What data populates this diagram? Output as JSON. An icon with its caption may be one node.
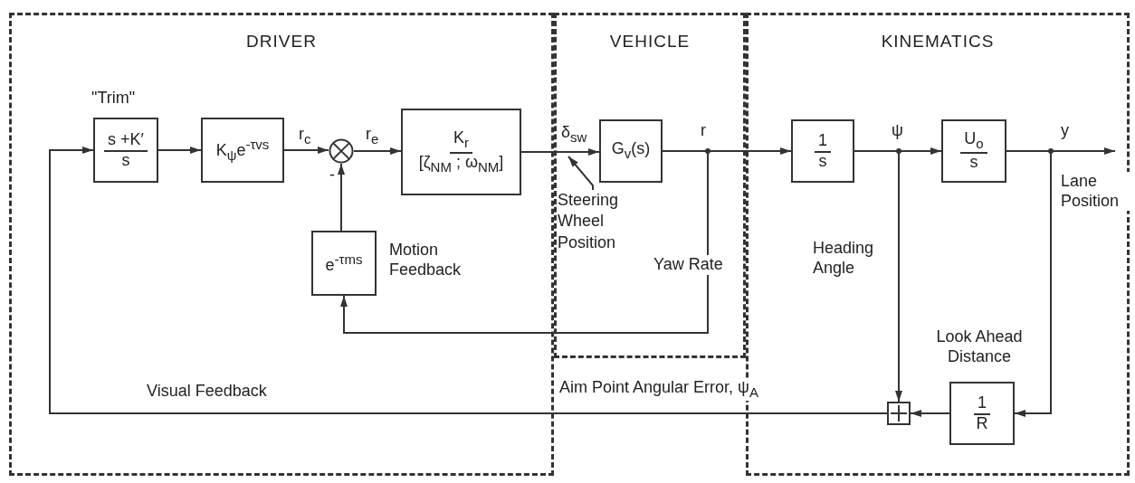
{
  "diagram": {
    "nodes": [
      {
        "text": [
          "DRIVER"
        ]
      },
      {
        "text": [
          "VEHICLE"
        ]
      },
      {
        "text": [
          "KINEMATICS"
        ]
      },
      {
        "text": [
          "s +K′",
          "s"
        ],
        "beside": [
          "\"Trim\""
        ],
        "in": 0
      },
      {
        "text": [
          "K$_{ψ}$e$^{-τvs}$"
        ],
        "in": 0
      },
      {
        "text": [],
        "shape": "circle",
        "in": 0
      },
      {
        "text": [
          "K$_{r}$",
          "[ζ$_{NM}$ ; ω$_{NM}$]"
        ],
        "in": 0
      },
      {
        "text": [
          "e$^{-τms}$"
        ],
        "beside": [
          "Motion Feedback"
        ],
        "in": 0
      },
      {
        "text": [
          "G$_{v}$(s)"
        ],
        "in": 1
      },
      {
        "text": [
          "1",
          "s"
        ],
        "in": 2
      },
      {
        "text": [
          "U$_{o}$",
          "s"
        ],
        "in": 2
      },
      {
        "text": [
          "1",
          "R"
        ],
        "beside": [
          "Look Ahead Distance"
        ],
        "in": 2
      },
      {
        "text": [],
        "shape": "box",
        "in": 2
      },
      {
        "text": [
          "Steering Wheel Position"
        ],
        "in": 1
      }
    ],
    "edges": [
      {
        "from": 3,
        "to": 4,
        "arrow": "to"
      },
      {
        "from": 4,
        "to": 5,
        "arrow": "to",
        "label": "r$_{c}$"
      },
      {
        "from": 5,
        "to": 6,
        "arrow": "to",
        "label": "r$_{e}$"
      },
      {
        "from": 6,
        "to": 8,
        "arrow": "to",
        "label": "δ$_{sw}$"
      },
      {
        "from": 8,
        "to": 9,
        "arrow": "to",
        "label": "r"
      },
      {
        "from": 8,
        "to": 7,
        "arrow": "to"
      },
      {
        "from": 7,
        "to": 5,
        "arrow": "to",
        "label": "-"
      },
      {
        "from": 9,
        "to": 10,
        "arrow": "to",
        "label": "ψ"
      },
      {
        "from": 9,
        "to": 12,
        "arrow": "to"
      },
      {
        "from": 10,
        "to": null,
        "arrow": "to",
        "label": "y"
      },
      {
        "from": 10,
        "to": 11,
        "arrow": "to"
      },
      {
        "from": 11,
        "to": 12,
        "arrow": "to"
      },
      {
        "from": 12,
        "to": 3,
        "arrow": "to",
        "label": "Visual Feedback"
      },
      {
        "from": 13,
        "to": null,
        "arrow": "to"
      }
    ],
    "labels": [
      "Yaw Rate",
      "Heading Angle",
      "Lane Position",
      "Aim Point Angular Error, ψ$_{A}$"
    ]
  }
}
